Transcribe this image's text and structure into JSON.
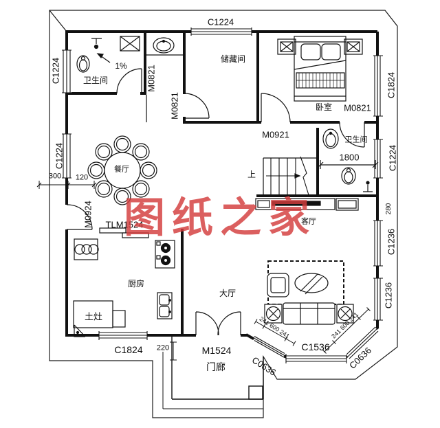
{
  "watermark": "图纸之家",
  "rooms": {
    "bath1": "卫生间",
    "bath2": "卫生间",
    "storage": "储藏间",
    "bedroom": "卧室",
    "dining": "餐厅",
    "kitchen": "厨房",
    "stove": "土灶",
    "hall": "大厅",
    "living": "客厅",
    "porch": "门廊"
  },
  "windows": {
    "c1224_left_bath": "C1224",
    "c1224_left_dining": "C1224",
    "c1224_top": "C1224",
    "c1224_right": "C1224",
    "c1824_right": "C1824",
    "c1824_bottom": "C1824",
    "c1236_upper": "C1236",
    "c1236_lower": "C1236",
    "c1536": "C1536",
    "c0636_left": "C0636",
    "c0636_right": "C0636"
  },
  "doors": {
    "m0821_bath1": "M0821",
    "m0821_storage": "M0821",
    "m0821_bath2": "M0821",
    "m0921": "M0921",
    "m0924": "M0924",
    "m1524": "M1524",
    "tlm1524": "TLM1524"
  },
  "dims": {
    "slope": "1%",
    "d1800": "1800",
    "d300": "300",
    "d120": "120",
    "d280": "280",
    "d220": "220",
    "up": "上",
    "bay_left": "241 600 241",
    "bay_right": "241 600 241"
  }
}
